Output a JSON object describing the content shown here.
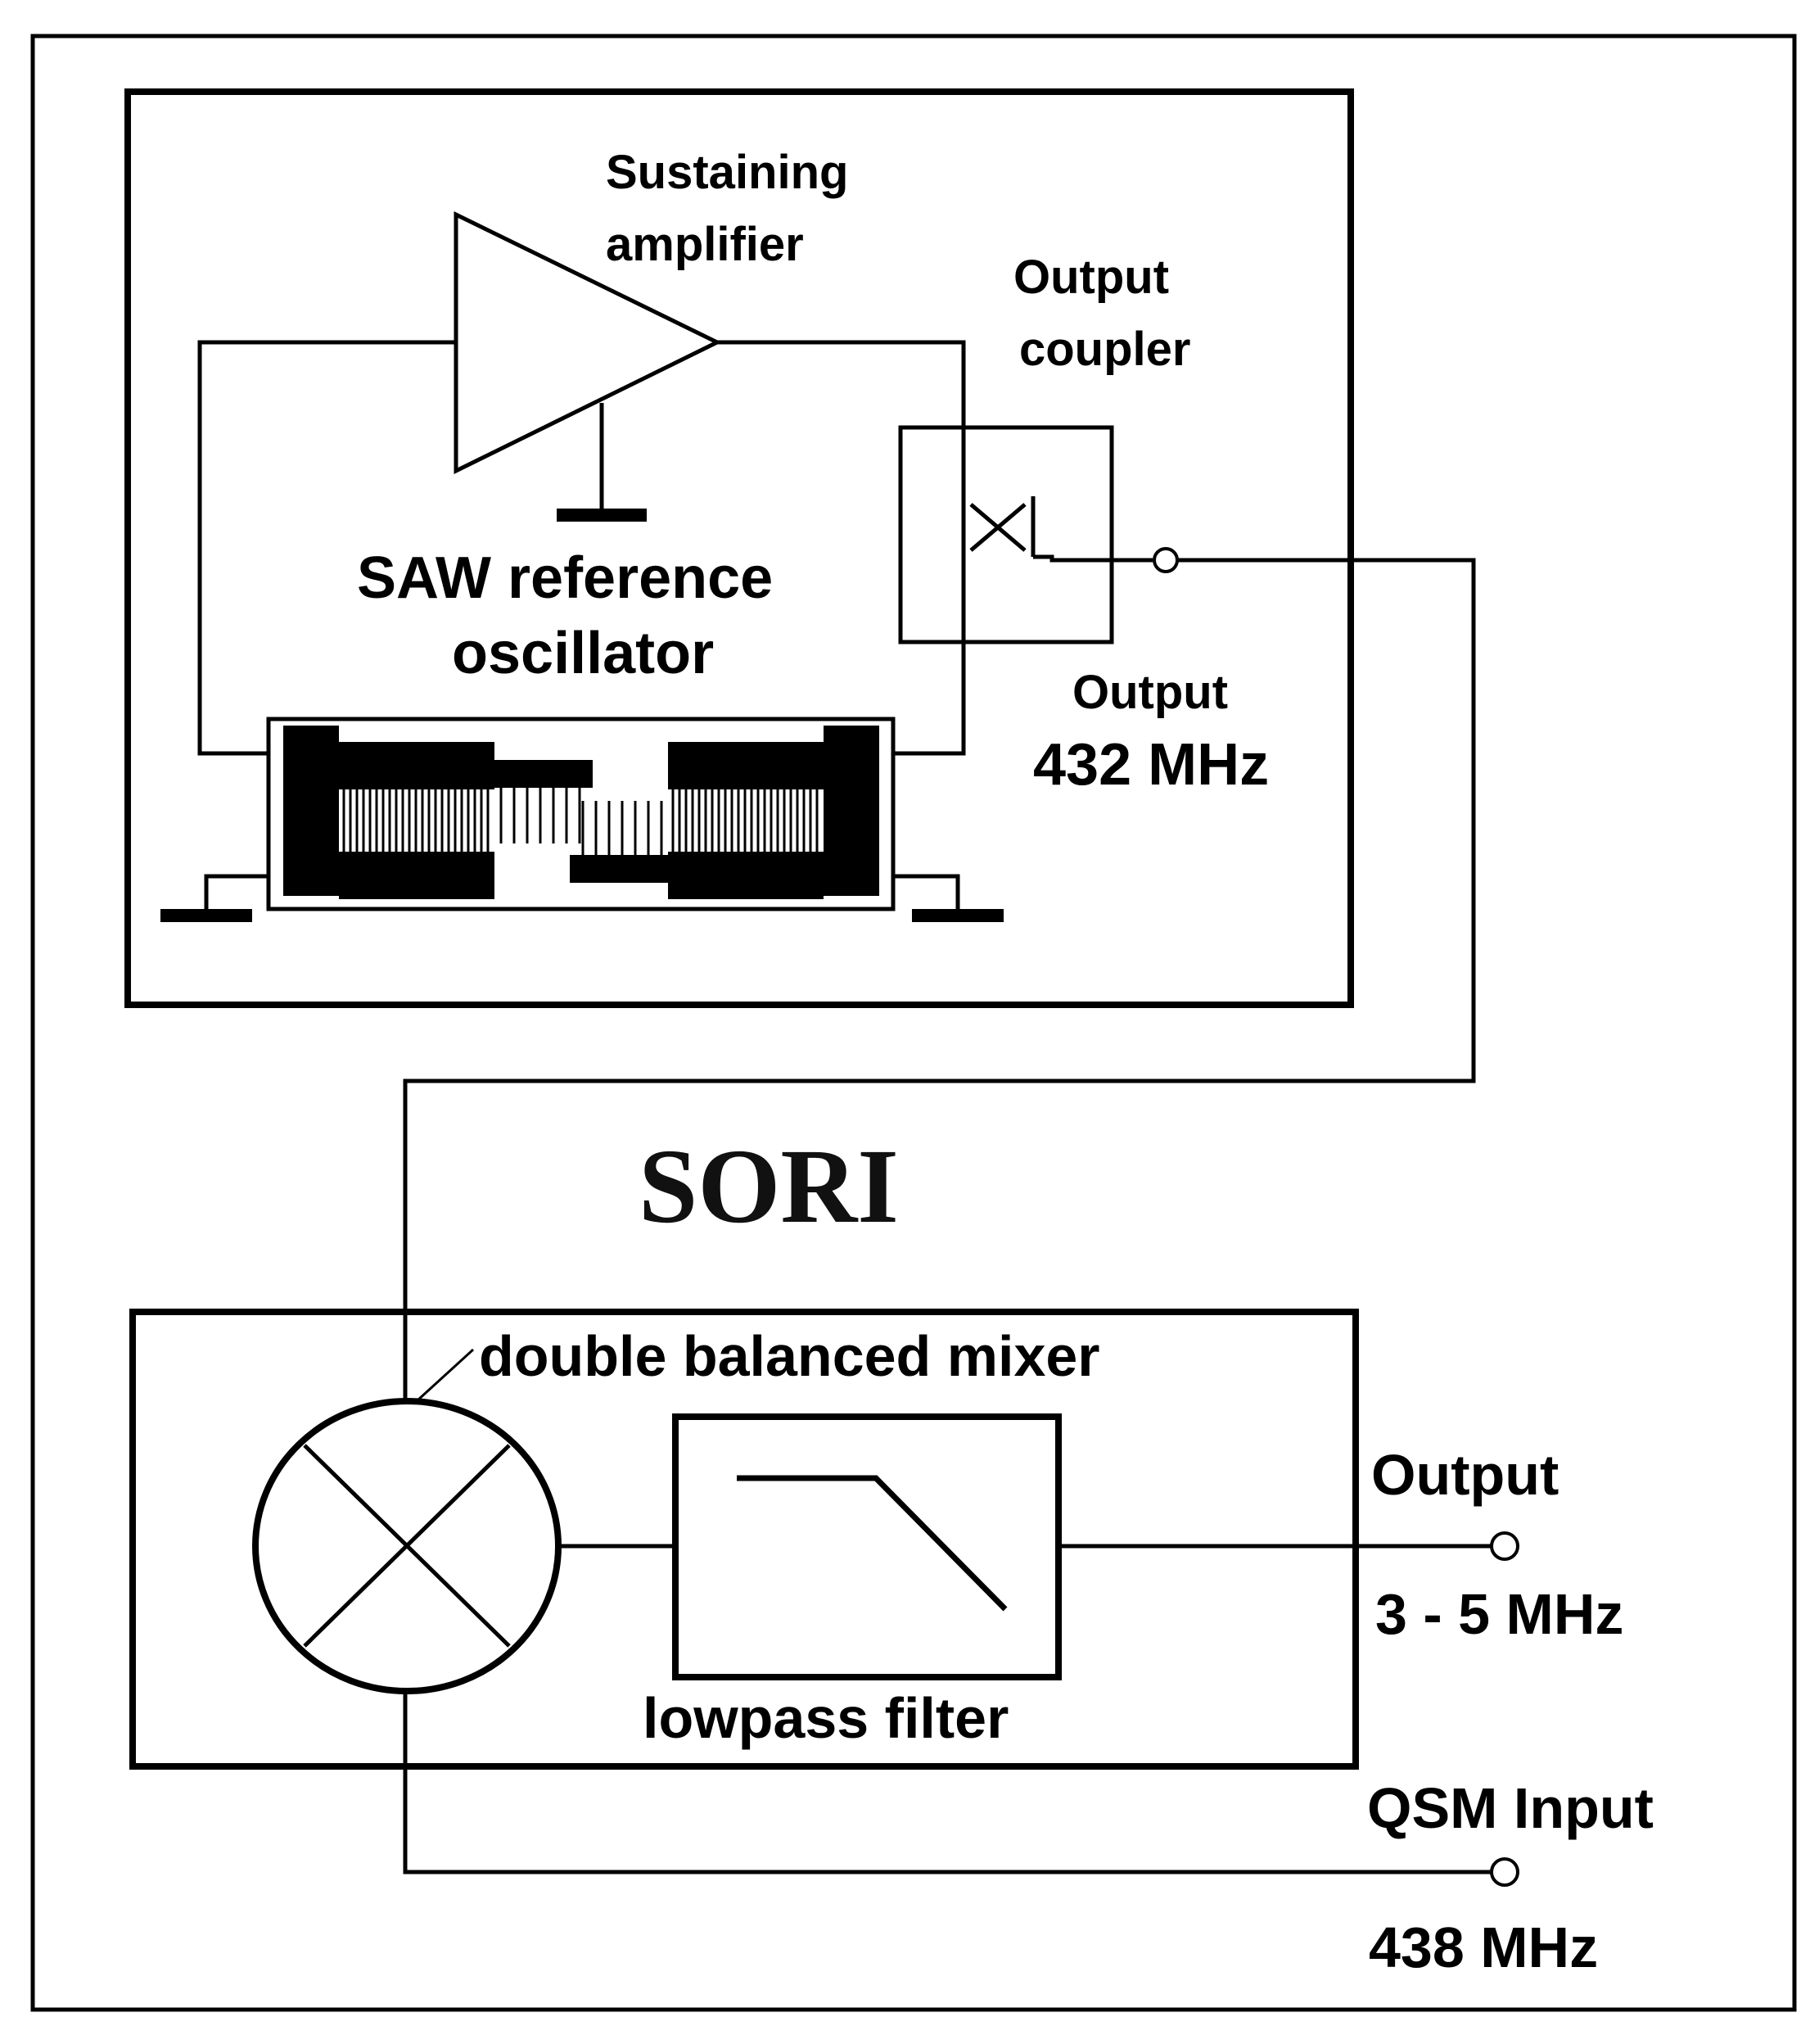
{
  "labels": {
    "sustaining_1": "Sustaining",
    "sustaining_2": "amplifier",
    "coupler_1": "Output",
    "coupler_2": "coupler",
    "saw_1": "SAW reference",
    "saw_2": "oscillator",
    "out_top_1": "Output",
    "out_top_2": "432 MHz",
    "title": "SORI",
    "mixer": "double balanced mixer",
    "filter": "lowpass filter",
    "out_bottom_1": "Output",
    "out_bottom_2": "3 - 5 MHz",
    "qsm_1": "QSM Input",
    "qsm_2": "438 MHz"
  },
  "colors": {
    "line": "#000000",
    "background": "#ffffff"
  }
}
